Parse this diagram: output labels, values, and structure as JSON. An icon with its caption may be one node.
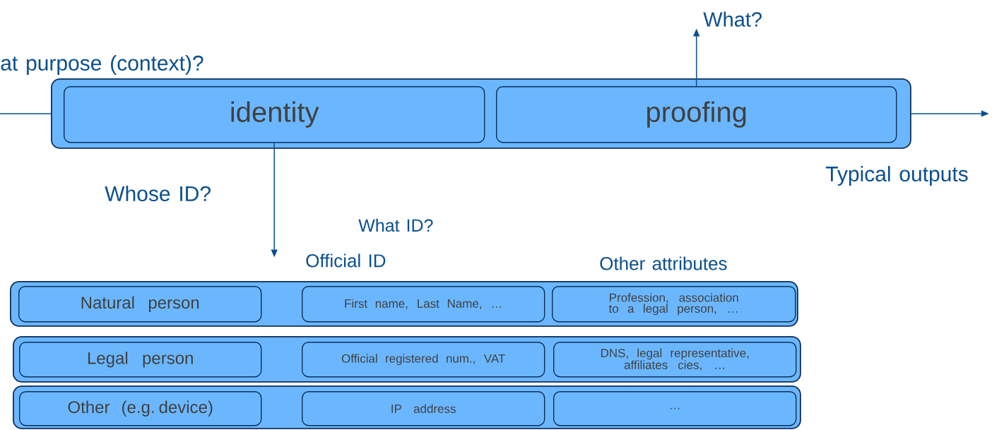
{
  "diagram": {
    "nodes": [
      {
        "text": [
          "What?"
        ]
      },
      {
        "text": [],
        "shape": "box"
      },
      {
        "text": [
          "identity"
        ],
        "in": 1
      },
      {
        "text": [
          "proofing"
        ],
        "in": 1
      },
      {
        "text": [],
        "shape": "box"
      },
      {
        "text": [
          "Natural person"
        ],
        "in": 4
      },
      {
        "text": [
          "First name, Last Name, …"
        ],
        "in": 4
      },
      {
        "text": [
          "Profession, association to a legal person, …"
        ],
        "in": 4
      },
      {
        "text": [],
        "shape": "box"
      },
      {
        "text": [
          "Legal person"
        ],
        "in": 8
      },
      {
        "text": [
          "Official registered num., VAT"
        ],
        "in": 8
      },
      {
        "text": [
          "DNS, legal representative, affiliates cies, …"
        ],
        "in": 8
      },
      {
        "text": [],
        "shape": "box"
      },
      {
        "text": [
          "Other (e.g. device)"
        ],
        "in": 12
      },
      {
        "text": [
          "IP address"
        ],
        "in": 12
      },
      {
        "text": [
          "…"
        ],
        "in": 12
      }
    ],
    "edges": [
      {
        "from": null,
        "to": 1,
        "arrow": "none"
      },
      {
        "from": 3,
        "to": 0,
        "arrow": "to"
      },
      {
        "from": 1,
        "to": null,
        "arrow": "to"
      },
      {
        "from": 2,
        "to": null,
        "arrow": "to"
      }
    ],
    "labels": [
      "at purpose (context)?",
      "Typical outputs",
      "Whose ID?",
      "What ID?",
      "Official ID",
      "Other attributes"
    ]
  }
}
